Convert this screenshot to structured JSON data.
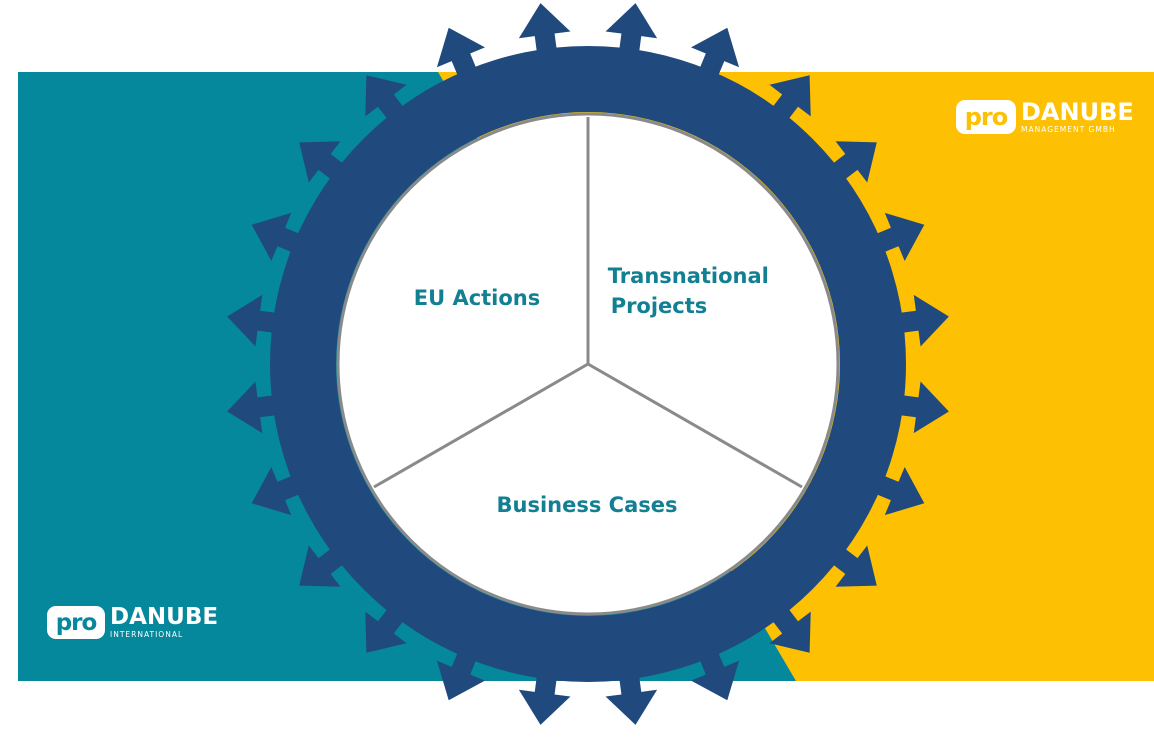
{
  "diagram": {
    "segments": [
      {
        "lines": [
          "EU Actions"
        ]
      },
      {
        "lines": [
          "Transnational",
          "Projects"
        ]
      },
      {
        "lines": [
          "Business Cases"
        ]
      }
    ],
    "colors": {
      "teal": "#06889c",
      "yellow": "#fec002",
      "navy": "#204a7d",
      "divider": "#8a8a8a",
      "label": "#127f93"
    }
  },
  "logos": {
    "top_right": {
      "badge": "pro",
      "name": "DANUBE",
      "subtitle": "MANAGEMENT GMBH"
    },
    "bottom_left": {
      "badge": "pro",
      "name": "DANUBE",
      "subtitle": "INTERNATIONAL"
    }
  }
}
